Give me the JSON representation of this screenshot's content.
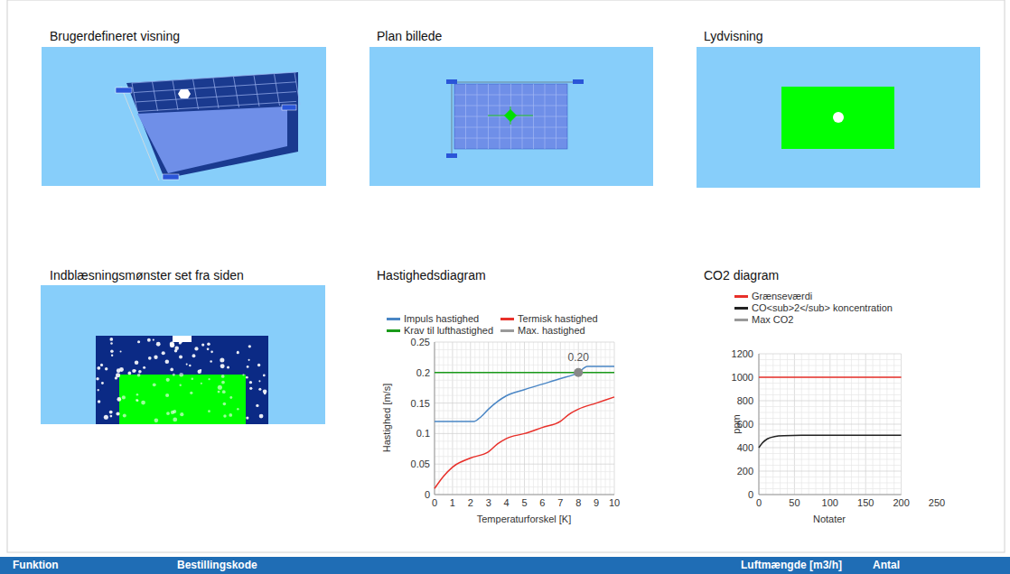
{
  "diagram": {
    "labels": [
      "Brugerdefineret visning",
      "Plan billede",
      "Lydvisning",
      "Indblæsningsmønster set fra siden",
      "Hastighedsdiagram",
      "CO2 diagram",
      "0.20",
      "0.25",
      "0.2",
      "0.15",
      "0.1",
      "0.05",
      "0",
      "0",
      "1",
      "2",
      "3",
      "4",
      "5",
      "6",
      "7",
      "8",
      "9",
      "10",
      "Hastighed [m/s]",
      "Temperaturforskel [K]",
      "1200",
      "1000",
      "800",
      "600",
      "400",
      "200",
      "0",
      "0",
      "50",
      "100",
      "150",
      "200",
      "250",
      "ppm",
      "Notater",
      "Funktion",
      "Bestillingskode",
      "Luftmængde [m3/h]",
      "Antal"
    ],
    "legend": [
      {
        "text": "Impuls hastighed"
      },
      {
        "text": "Termisk hastighed"
      },
      {
        "text": "Krav til lufthastighed"
      },
      {
        "text": "Max. hastighed"
      },
      {
        "text": "Grænseværdi"
      },
      {
        "text": "CO<sub>2</sub> koncentration"
      },
      {
        "text": "Max CO2"
      }
    ]
  }
}
